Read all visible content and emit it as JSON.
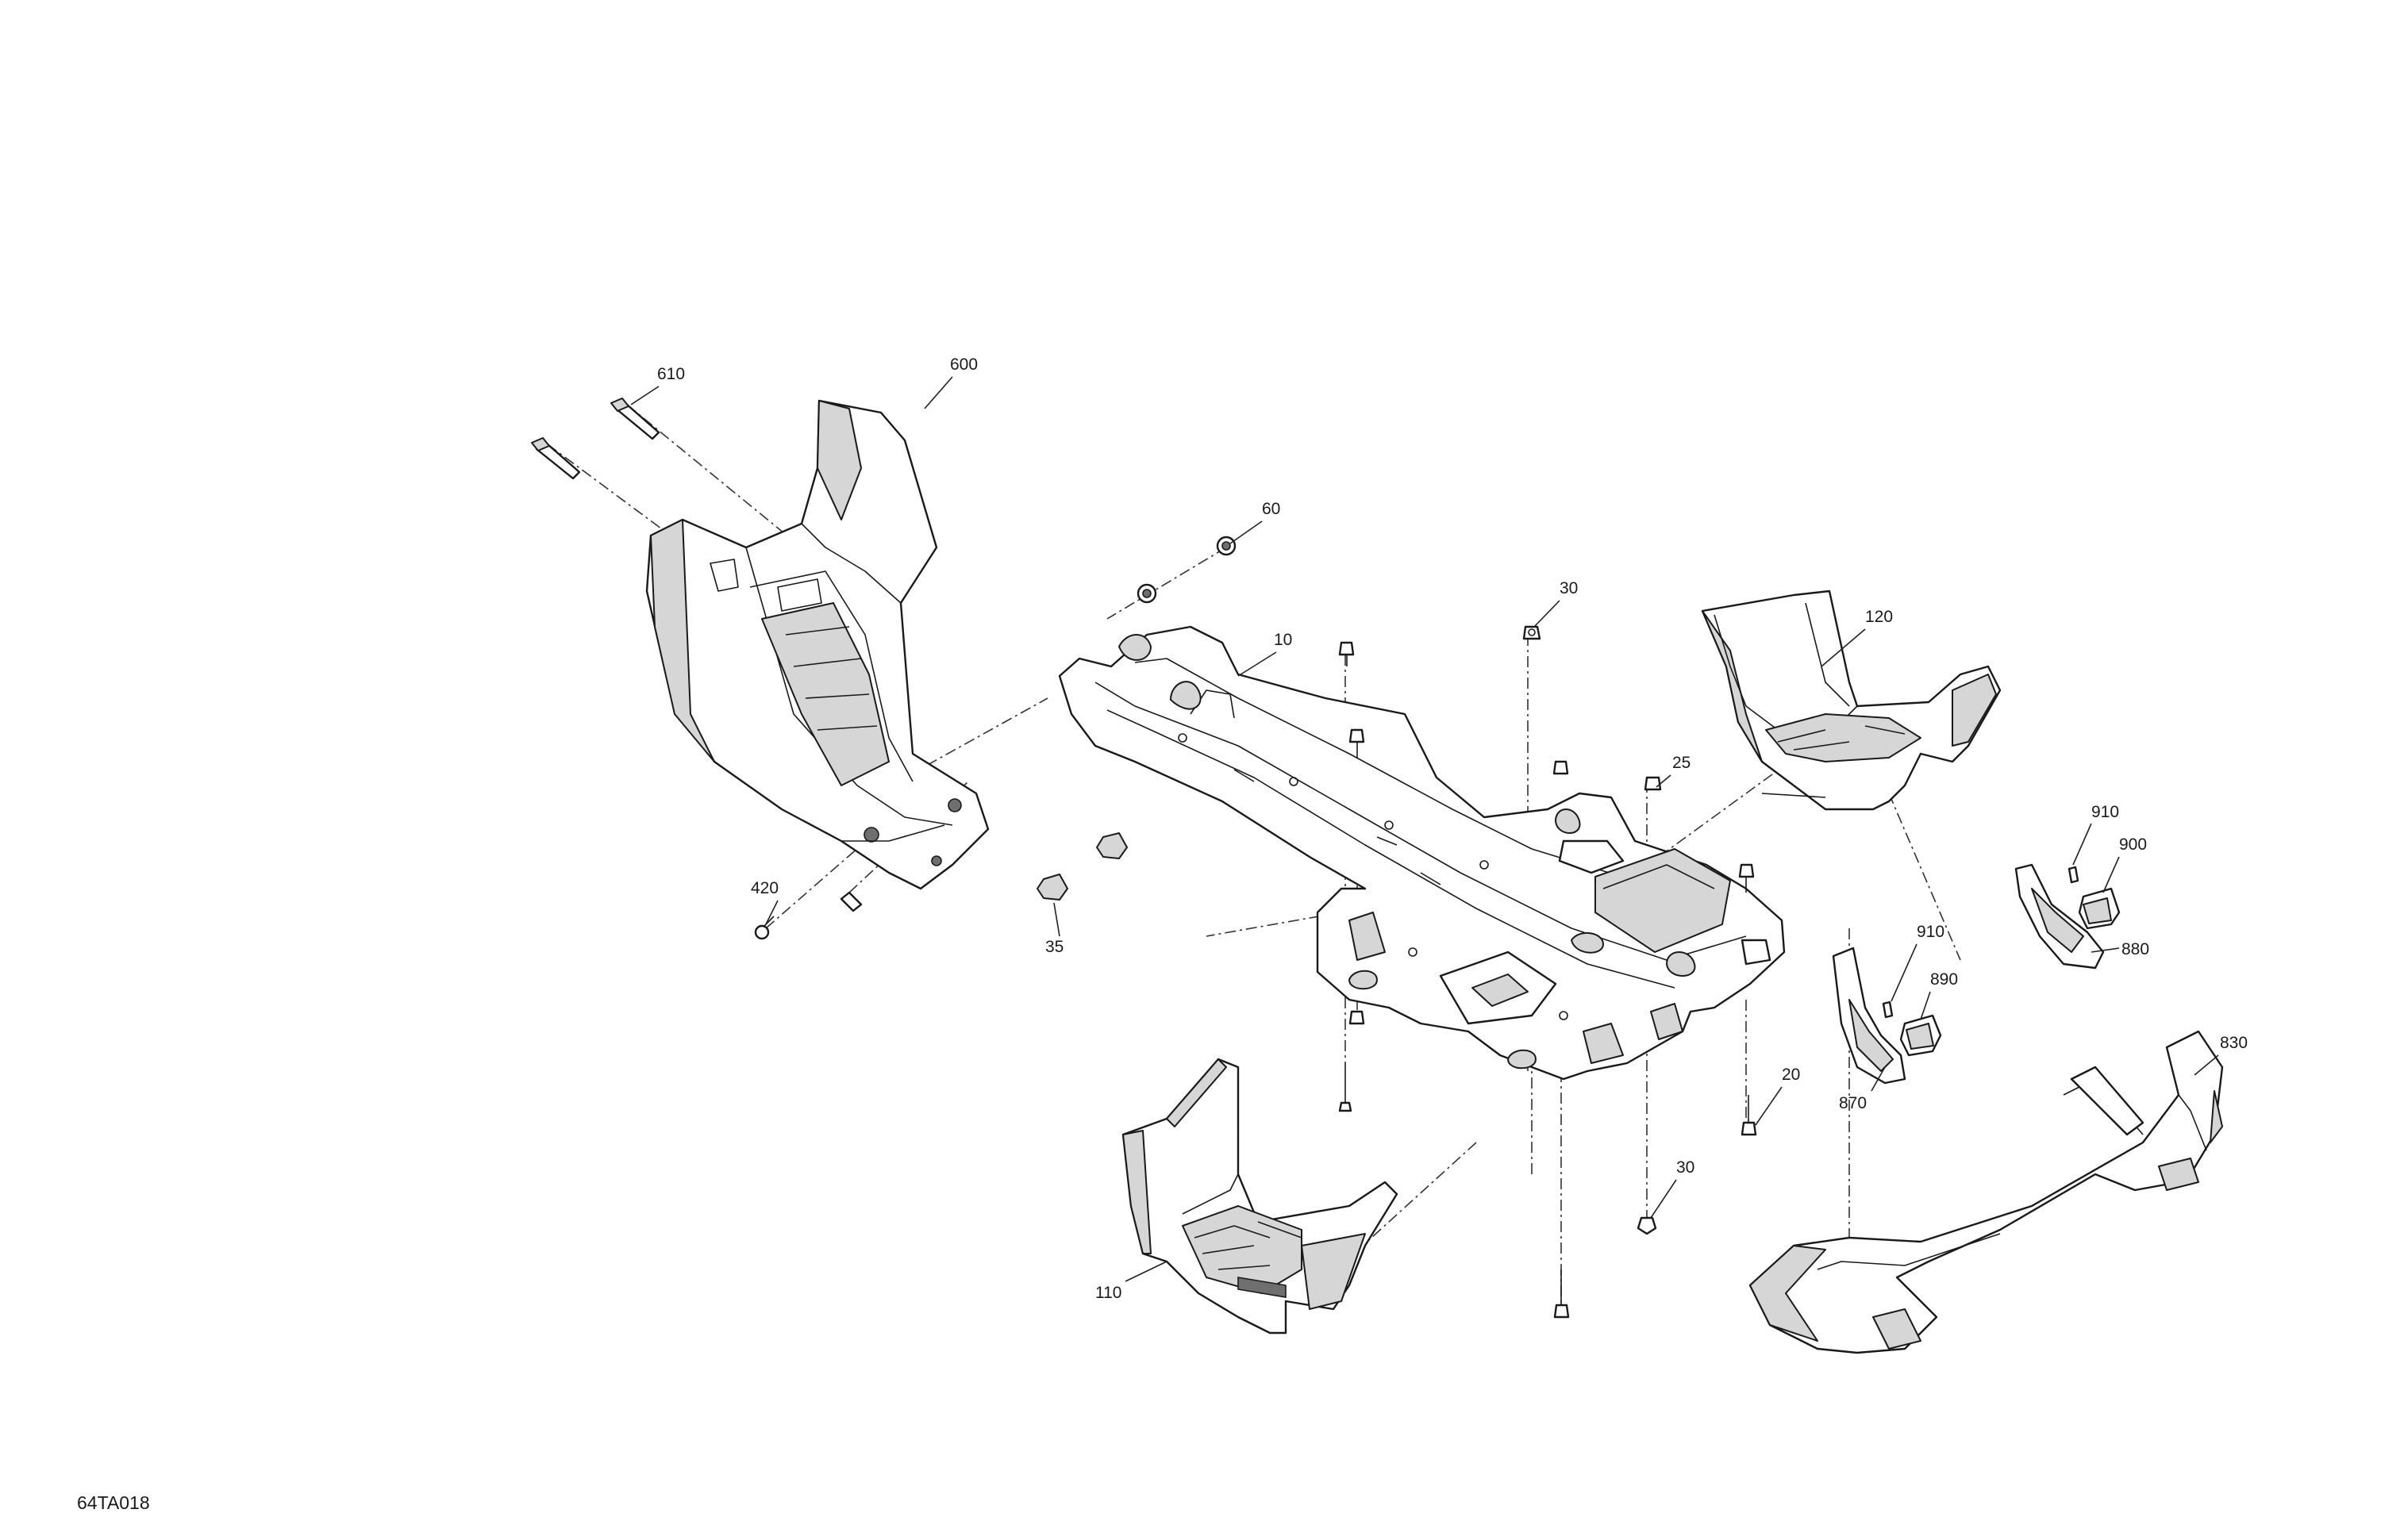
{
  "figure_code": "64TA018",
  "callouts": [
    {
      "id": "c610",
      "text": "610"
    },
    {
      "id": "c600",
      "text": "600"
    },
    {
      "id": "c60",
      "text": "60"
    },
    {
      "id": "c30a",
      "text": "30"
    },
    {
      "id": "c120",
      "text": "120"
    },
    {
      "id": "c10",
      "text": "10"
    },
    {
      "id": "c25",
      "text": "25"
    },
    {
      "id": "c910a",
      "text": "910"
    },
    {
      "id": "c900",
      "text": "900"
    },
    {
      "id": "c880",
      "text": "880"
    },
    {
      "id": "c910b",
      "text": "910"
    },
    {
      "id": "c890",
      "text": "890"
    },
    {
      "id": "c420",
      "text": "420"
    },
    {
      "id": "c35",
      "text": "35"
    },
    {
      "id": "c830",
      "text": "830"
    },
    {
      "id": "c20",
      "text": "20"
    },
    {
      "id": "c870",
      "text": "870"
    },
    {
      "id": "c30b",
      "text": "30"
    },
    {
      "id": "c110",
      "text": "110"
    }
  ]
}
